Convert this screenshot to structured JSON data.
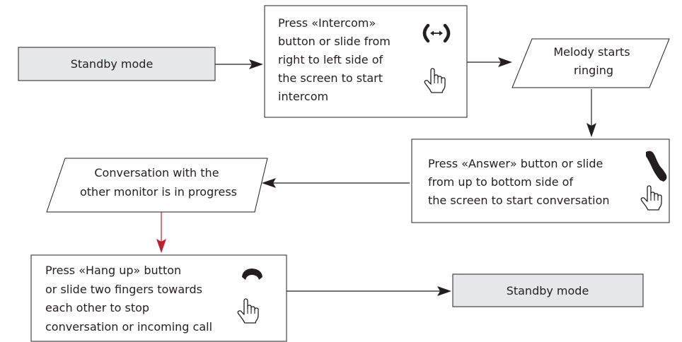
{
  "nodes": {
    "standby_start": {
      "text": "Standby mode",
      "fill": "#e6e7e8"
    },
    "intercom_step": {
      "lines": [
        "Press  «Intercom»",
        "button or slide from",
        "right to left side of",
        "the screen to start",
        "intercom"
      ]
    },
    "melody": {
      "lines": [
        "Melody starts",
        "ringing"
      ]
    },
    "answer_step": {
      "lines": [
        "Press «Answer» button or slide",
        "from up to bottom side of",
        "the screen to start conversation"
      ]
    },
    "conversation": {
      "lines": [
        "Conversation with the",
        "other monitor is in progress"
      ]
    },
    "hangup_step": {
      "lines": [
        "Press «Hang up» button",
        "or slide two fingers towards",
        "each other to stop",
        "conversation or incoming call"
      ]
    },
    "standby_end": {
      "text": "Standby mode",
      "fill": "#e6e7e8"
    }
  },
  "icons": {
    "intercom": "intercom-arrows-icon",
    "answer": "phone-answer-icon",
    "hangup": "phone-hangup-icon",
    "gesture": "hand-pointer-icon"
  },
  "colors": {
    "line": "#231f20",
    "highlight_arrow": "#be1e2d",
    "standby_fill": "#e6e7e8"
  }
}
